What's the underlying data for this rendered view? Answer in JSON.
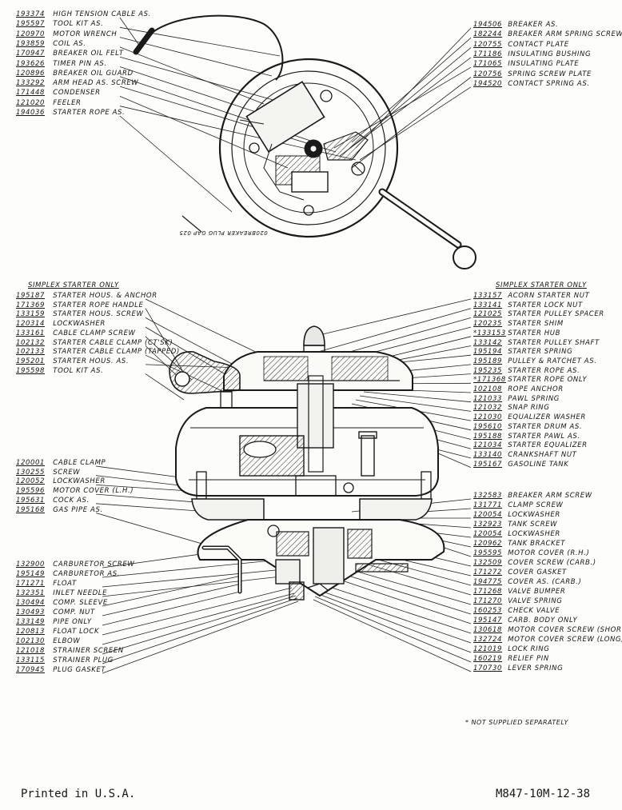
{
  "top_left_parts": [
    {
      "num": "193374",
      "name": "HIGH TENSION CABLE AS."
    },
    {
      "num": "195597",
      "name": "TOOL KIT AS."
    },
    {
      "num": "120970",
      "name": "MOTOR WRENCH"
    },
    {
      "num": "193859",
      "name": "COIL AS."
    },
    {
      "num": "170947",
      "name": "BREAKER OIL FELT"
    },
    {
      "num": "193626",
      "name": "TIMER PIN AS."
    },
    {
      "num": "120896",
      "name": "BREAKER OIL GUARD"
    },
    {
      "num": "133292",
      "name": "ARM HEAD AS. SCREW"
    },
    {
      "num": "171448",
      "name": "CONDENSER"
    },
    {
      "num": "121020",
      "name": "FEELER"
    },
    {
      "num": "194036",
      "name": "STARTER ROPE AS."
    }
  ],
  "top_right_parts": [
    {
      "num": "194506",
      "name": "BREAKER AS."
    },
    {
      "num": "182244",
      "name": "BREAKER ARM SPRING SCREW"
    },
    {
      "num": "120755",
      "name": "CONTACT PLATE"
    },
    {
      "num": "171186",
      "name": "INSULATING BUSHING"
    },
    {
      "num": "171065",
      "name": "INSULATING PLATE"
    },
    {
      "num": "120756",
      "name": "SPRING SCREW PLATE"
    },
    {
      "num": "194520",
      "name": "CONTACT SPRING AS."
    }
  ],
  "spark_plug_label": "020BREAKER PLUG GAP 025",
  "simplex_left_header": "SIMPLEX STARTER ONLY",
  "simplex_right_header": "SIMPLEX STARTER ONLY",
  "mid_left_parts": [
    {
      "num": "195187",
      "name": "STARTER HOUS. & ANCHOR"
    },
    {
      "num": "171369",
      "name": "STARTER ROPE HANDLE"
    },
    {
      "num": "133159",
      "name": "STARTER HOUS. SCREW"
    },
    {
      "num": "120314",
      "name": "LOCKWASHER"
    },
    {
      "num": "133161",
      "name": "CABLE CLAMP SCREW"
    },
    {
      "num": "102132",
      "name": "STARTER CABLE CLAMP (CT'SK)"
    },
    {
      "num": "102133",
      "name": "STARTER CABLE CLAMP (TAPPED)"
    },
    {
      "num": "195201",
      "name": "STARTER HOUS. AS."
    },
    {
      "num": "195598",
      "name": "TOOL KIT AS."
    }
  ],
  "mid_right_parts": [
    {
      "num": "133157",
      "name": "ACORN STARTER NUT"
    },
    {
      "num": "133141",
      "name": "STARTER LOCK NUT"
    },
    {
      "num": "121025",
      "name": "STARTER PULLEY SPACER"
    },
    {
      "num": "120235",
      "name": "STARTER SHIM"
    },
    {
      "num": "*133153",
      "name": "STARTER HUB"
    },
    {
      "num": "133142",
      "name": "STARTER PULLEY SHAFT"
    },
    {
      "num": "195194",
      "name": "STARTER SPRING"
    },
    {
      "num": "195189",
      "name": "PULLEY & RATCHET AS."
    },
    {
      "num": "195235",
      "name": "STARTER ROPE AS."
    },
    {
      "num": "*171368",
      "name": "STARTER ROPE ONLY"
    },
    {
      "num": "102108",
      "name": "ROPE ANCHOR"
    },
    {
      "num": "121033",
      "name": "PAWL SPRING"
    },
    {
      "num": "121032",
      "name": "SNAP RING"
    },
    {
      "num": "121030",
      "name": "EQUALIZER WASHER"
    },
    {
      "num": "195610",
      "name": "STARTER DRUM AS."
    },
    {
      "num": "195188",
      "name": "STARTER PAWL AS."
    },
    {
      "num": "121034",
      "name": "STARTER EQUALIZER"
    },
    {
      "num": "133140",
      "name": "CRANKSHAFT NUT"
    },
    {
      "num": "195167",
      "name": "GASOLINE TANK"
    }
  ],
  "low_left_parts": [
    {
      "num": "120001",
      "name": "CABLE CLAMP"
    },
    {
      "num": "130255",
      "name": "SCREW"
    },
    {
      "num": "120052",
      "name": "LOCKWASHER"
    },
    {
      "num": "195596",
      "name": "MOTOR COVER (L.H.)"
    },
    {
      "num": "195631",
      "name": "COCK AS."
    },
    {
      "num": "195168",
      "name": "GAS PIPE AS."
    }
  ],
  "bottom_left_parts": [
    {
      "num": "132900",
      "name": "CARBURETOR SCREW"
    },
    {
      "num": "195149",
      "name": "CARBURETOR AS."
    },
    {
      "num": "171271",
      "name": "FLOAT"
    },
    {
      "num": "132351",
      "name": "INLET NEEDLE"
    },
    {
      "num": "130494",
      "name": "COMP. SLEEVE"
    },
    {
      "num": "130493",
      "name": "COMP. NUT"
    },
    {
      "num": "133149",
      "name": "PIPE ONLY"
    },
    {
      "num": "120813",
      "name": "FLOAT LOCK"
    },
    {
      "num": "102130",
      "name": "ELBOW"
    },
    {
      "num": "121018",
      "name": "STRAINER SCREEN"
    },
    {
      "num": "133115",
      "name": "STRAINER PLUG"
    },
    {
      "num": "170945",
      "name": "PLUG GASKET"
    }
  ],
  "bottom_right_parts": [
    {
      "num": "132583",
      "name": "BREAKER ARM SCREW"
    },
    {
      "num": "131771",
      "name": "CLAMP SCREW"
    },
    {
      "num": "120054",
      "name": "LOCKWASHER"
    },
    {
      "num": "132923",
      "name": "TANK SCREW"
    },
    {
      "num": "120054",
      "name": "LOCKWASHER"
    },
    {
      "num": "120962",
      "name": "TANK BRACKET"
    },
    {
      "num": "195595",
      "name": "MOTOR COVER (R.H.)"
    },
    {
      "num": "132509",
      "name": "COVER SCREW (CARB.)"
    },
    {
      "num": "171272",
      "name": "COVER GASKET"
    },
    {
      "num": "194775",
      "name": "COVER AS. (CARB.)"
    },
    {
      "num": "171268",
      "name": "VALVE BUMPER"
    },
    {
      "num": "171270",
      "name": "VALVE SPRING"
    },
    {
      "num": "160253",
      "name": "CHECK VALVE"
    },
    {
      "num": "195147",
      "name": "CARB. BODY ONLY"
    },
    {
      "num": "130618",
      "name": "MOTOR COVER SCREW (SHORT)"
    },
    {
      "num": "132724",
      "name": "MOTOR COVER SCREW (LONG)"
    },
    {
      "num": "121019",
      "name": "LOCK RING"
    },
    {
      "num": "160219",
      "name": "RELIEF PIN"
    },
    {
      "num": "170730",
      "name": "LEVER SPRING"
    }
  ],
  "note": "* NOT SUPPLIED SEPARATELY",
  "footer_left": "Printed in U.S.A.",
  "footer_right": "M847-10M-12-38"
}
